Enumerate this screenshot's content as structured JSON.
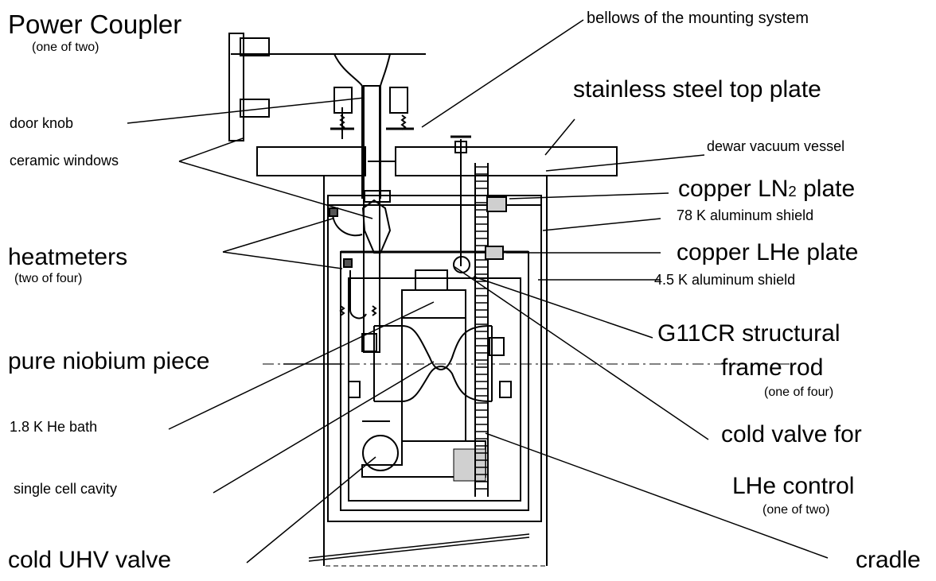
{
  "labels": {
    "power_coupler": "Power Coupler",
    "power_coupler_note": "(one of two)",
    "bellows": "bellows of the mounting system",
    "top_plate": "stainless steel top plate",
    "dewar": "dewar vacuum vessel",
    "door_knob": "door knob",
    "ceramic_windows": "ceramic windows",
    "ln2_plate_prefix": "copper LN",
    "ln2_plate_sub": "2",
    "ln2_plate_suffix": " plate",
    "shield_78k": "78 K aluminum shield",
    "heatmeters": "heatmeters",
    "heatmeters_note": "(two of four)",
    "lhe_plate": "copper LHe plate",
    "shield_45k": "4.5 K aluminum shield",
    "g11cr_line1": "G11CR structural",
    "g11cr_line2": "frame rod",
    "g11cr_note": "(one of four)",
    "niobium": "pure niobium piece",
    "he_bath": "1.8 K He bath",
    "cold_valve_line1": "cold valve for",
    "cold_valve_line2": "LHe control",
    "cold_valve_note": "(one of two)",
    "single_cell": "single cell cavity",
    "cold_uhv": "cold UHV valve",
    "cradle": "cradle"
  },
  "colors": {
    "ink": "#000000",
    "background": "#ffffff"
  }
}
